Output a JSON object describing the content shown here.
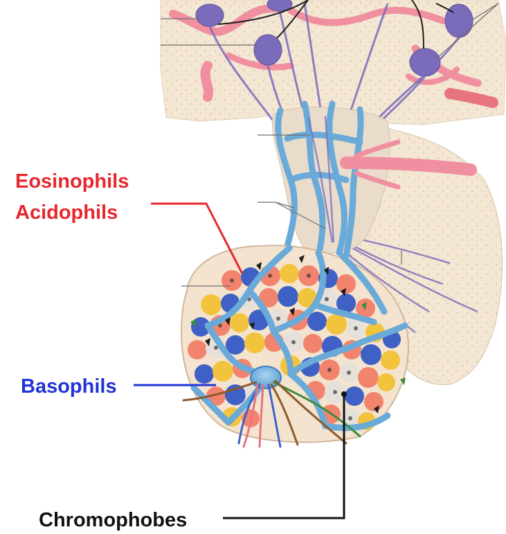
{
  "labels": {
    "eosinophils": "Eosinophils",
    "acidophils": "Acidophils",
    "basophils": "Basophils",
    "chromophobes": "Chromophobes"
  },
  "colors": {
    "eosinophil_label": "#e8262d",
    "basophil_label": "#1f33d6",
    "chromophobe_label": "#111111",
    "tissue_background": "#f3e6d3",
    "blood_vessel": "#f08fa0",
    "portal_vessel": "#7ab4dc",
    "neurons": "#7a6bbb",
    "acidophil_cell": "#f2846e",
    "basophil_cell": "#3f60c4",
    "chromophobe_cell": "#e6e0da",
    "yellow_cell": "#f2c33c"
  },
  "icons": {
    "hypothalamus": "hypothalamus-tissue-illustration",
    "infundibulum": "pituitary-stalk-portal-vessels",
    "anterior_lobe": "anterior-pituitary-cell-clusters",
    "posterior_lobe": "posterior-pituitary-lobe"
  }
}
